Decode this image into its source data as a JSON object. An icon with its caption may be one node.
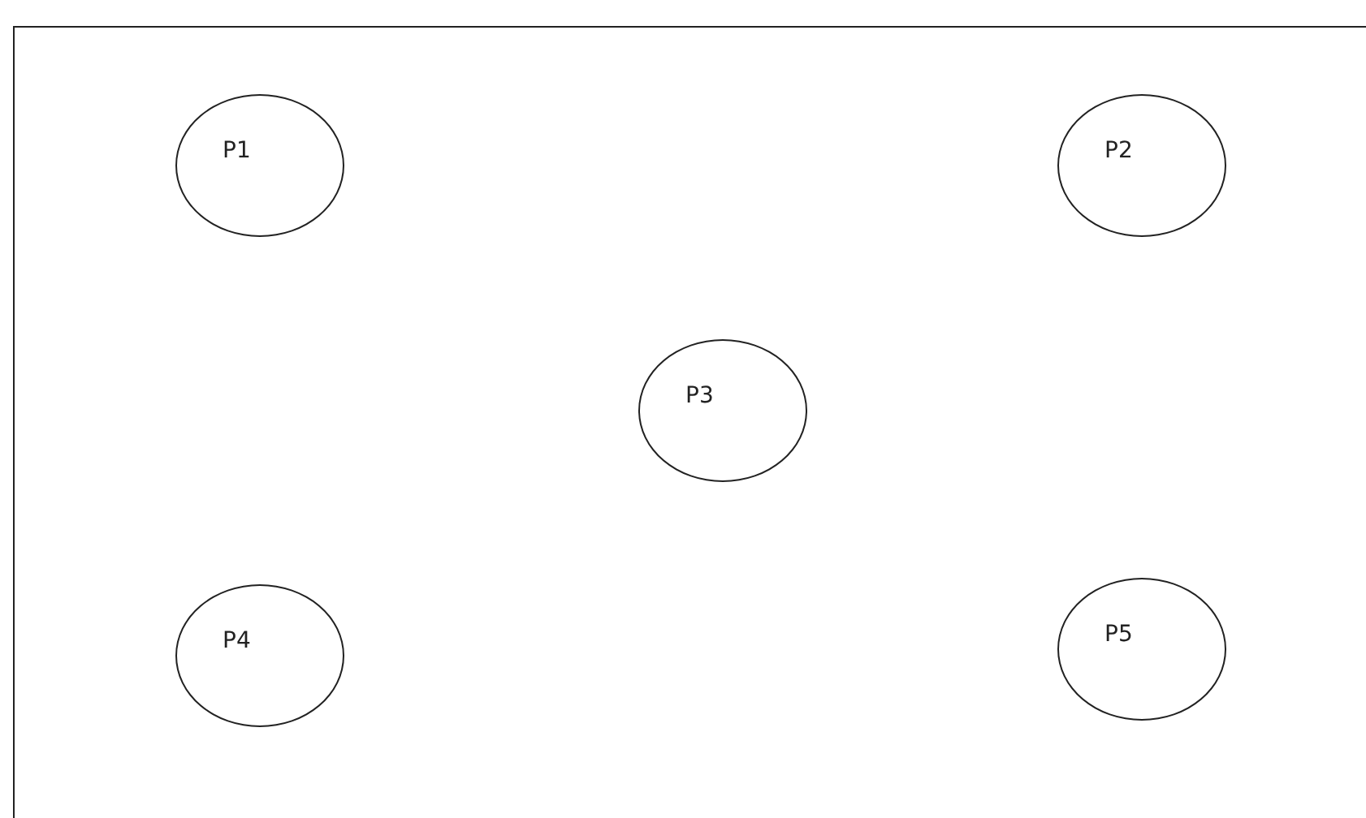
{
  "diagram": {
    "nodes": [
      {
        "text": [
          "P1"
        ]
      },
      {
        "text": [
          "P2"
        ]
      },
      {
        "text": [
          "P3"
        ]
      },
      {
        "text": [
          "P4"
        ]
      },
      {
        "text": [
          "P5"
        ]
      }
    ]
  }
}
